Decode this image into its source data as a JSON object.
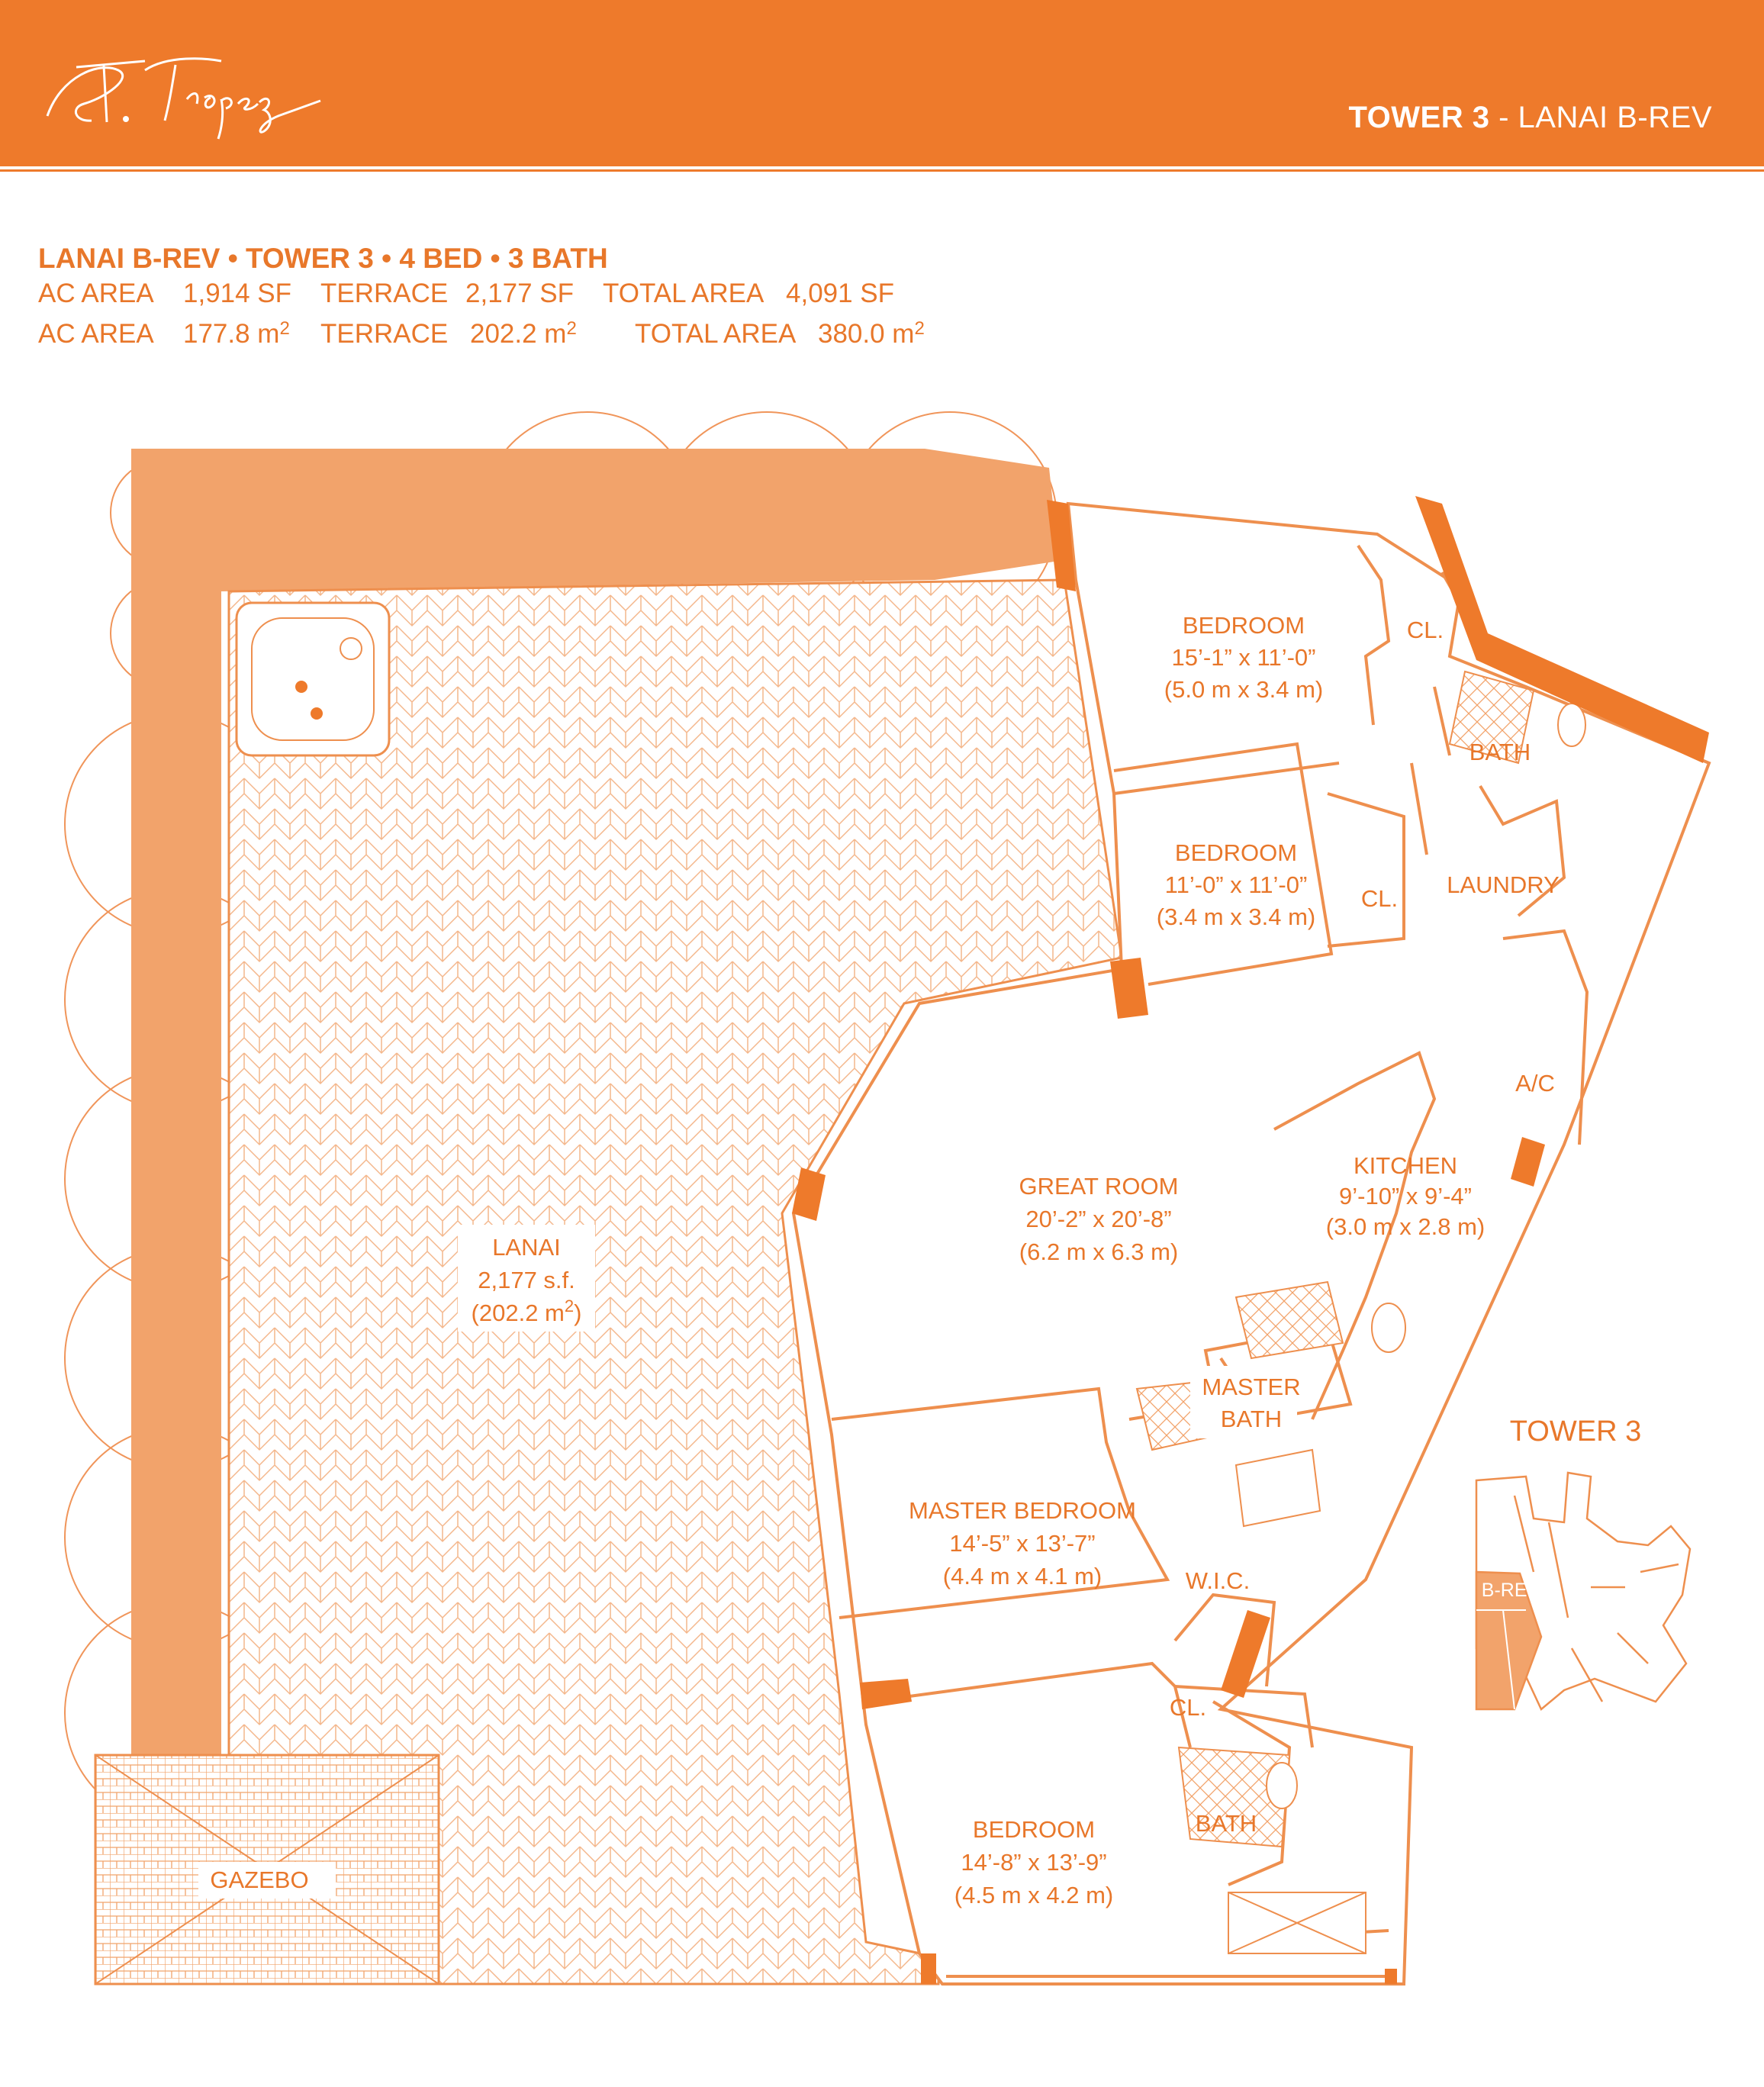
{
  "header": {
    "brand": "St. Tropez",
    "tower": "TOWER 3",
    "unit": "LANAI B-REV"
  },
  "specs": {
    "title": "LANAI B-REV • TOWER 3 • 4 BED • 3 BATH",
    "imperial": [
      {
        "label": "AC AREA",
        "value": "1,914 SF"
      },
      {
        "label": "TERRACE",
        "value": "2,177 SF"
      },
      {
        "label": "TOTAL AREA",
        "value": "4,091 SF"
      }
    ],
    "metric": [
      {
        "label": "AC AREA",
        "value": "177.8 m",
        "sup": "2"
      },
      {
        "label": "TERRACE",
        "value": "202.2 m",
        "sup": "2"
      },
      {
        "label": "TOTAL AREA",
        "value": "380.0 m",
        "sup": "2"
      }
    ]
  },
  "rooms": {
    "bedroom_ne": {
      "name": "BEDROOM",
      "dim": "15’-1” x 11’-0”",
      "metric": "(5.0 m x 3.4 m)"
    },
    "bedroom_2": {
      "name": "BEDROOM",
      "dim": "11’-0” x 11’-0”",
      "metric": "(3.4 m x 3.4 m)"
    },
    "great_room": {
      "name": "GREAT ROOM",
      "dim": "20’-2” x 20’-8”",
      "metric": "(6.2 m x 6.3 m)"
    },
    "kitchen": {
      "name": "KITCHEN",
      "dim": "9’-10” x 9’-4”",
      "metric": "(3.0 m x 2.8 m)"
    },
    "master_bedroom": {
      "name": "MASTER BEDROOM",
      "dim": "14’-5” x 13’-7”",
      "metric": "(4.4 m x 4.1 m)"
    },
    "bedroom_s": {
      "name": "BEDROOM",
      "dim": "14’-8” x 13’-9”",
      "metric": "(4.5 m x 4.2 m)"
    },
    "lanai": {
      "name": "LANAI",
      "dim": "2,177 s.f.",
      "metric": "(202.2 m",
      "metric_sup": "2",
      "metric_close": ")"
    },
    "labels": {
      "closet_1": "CL.",
      "closet_2": "CL.",
      "closet_3": "CL.",
      "bath_1": "BATH",
      "bath_2": "BATH",
      "laundry": "LAUNDRY",
      "ac": "A/C",
      "master_bath_1": "MASTER",
      "master_bath_2": "BATH",
      "wic": "W.I.C.",
      "gazebo": "GAZEBO"
    }
  },
  "key_plan": {
    "title": "TOWER 3",
    "unit_label": "B-REV"
  },
  "colors": {
    "brand_orange": "#EE7A2B",
    "light_orange": "#F2A36B",
    "pale_orange": "#FBE1CC",
    "line": "#EE8F4E"
  }
}
